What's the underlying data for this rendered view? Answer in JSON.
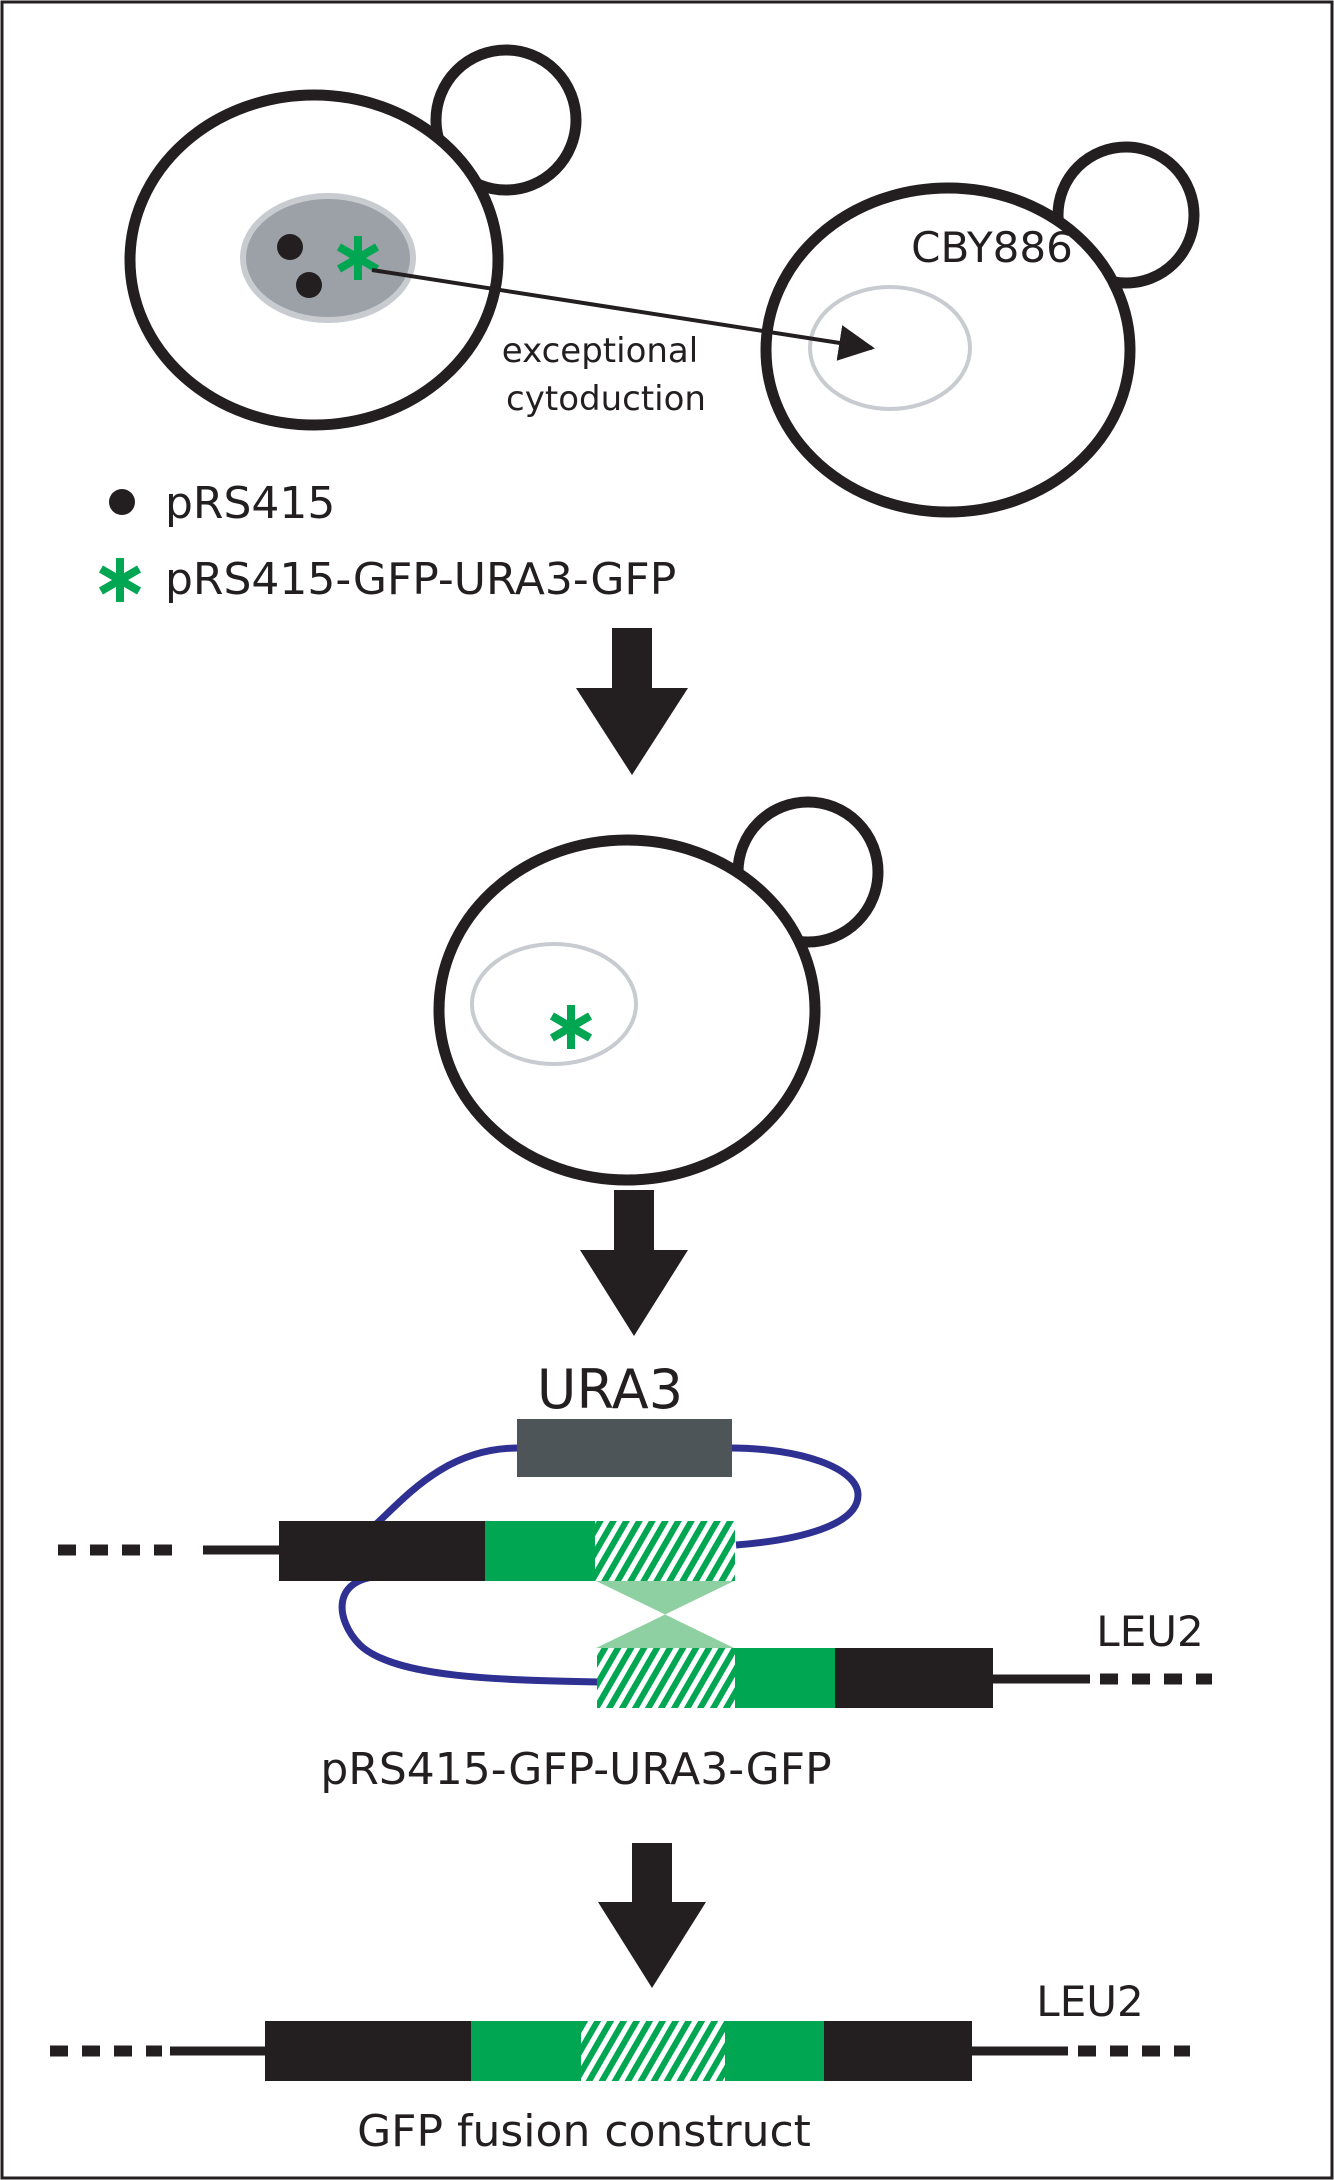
{
  "labels": {
    "strain": "CBY886",
    "process_line1": "exceptional",
    "process_line2": "cytoduction",
    "legend_plasmid": "pRS415",
    "legend_construct": "pRS415-GFP-URA3-GFP",
    "marker_top": "URA3",
    "locus_mid": "LEU2",
    "construct_name": "pRS415-GFP-URA3-GFP",
    "locus_bottom": "LEU2",
    "result_name": "GFP fusion construct"
  },
  "colors": {
    "outline": "#231f20",
    "gfp_green": "#00a651",
    "crossover_green": "#8fd0a2",
    "nucleus_gray": "#9ba1a6",
    "nucleus_outline": "#c8ccd0",
    "plasmid_blue": "#2e3192",
    "ura3_gray": "#4d5558"
  },
  "icons": {
    "plasmid_marker": "dot-icon",
    "construct_marker": "asterisk-icon",
    "step_arrow": "down-arrow-icon"
  }
}
